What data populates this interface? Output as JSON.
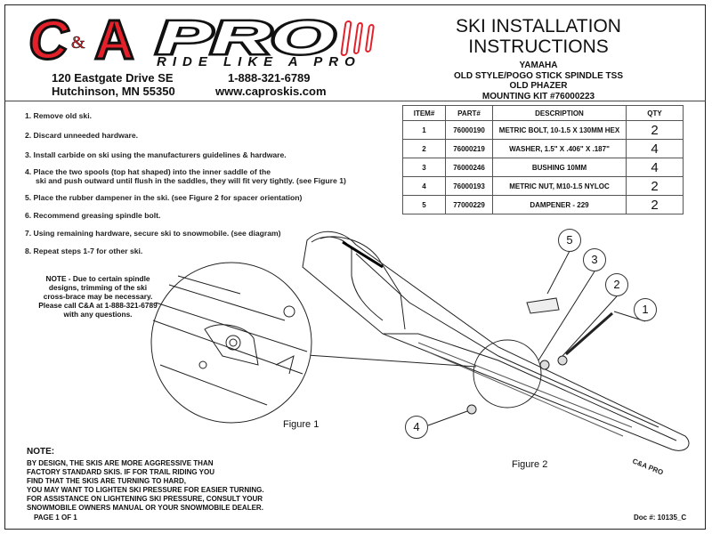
{
  "brand": {
    "logo_text": "C&A PRO",
    "tagline": "RIDE LIKE A PRO",
    "address_line1": "120 Eastgate Drive SE",
    "address_line2": "Hutchinson, MN  55350",
    "phone": "1-888-321-6789",
    "website": "www.caproskis.com",
    "colors": {
      "red": "#e4202b",
      "black": "#111111"
    }
  },
  "title": {
    "line1": "SKI INSTALLATION",
    "line2": "INSTRUCTIONS",
    "sub1": "YAMAHA",
    "sub2": "OLD STYLE/POGO STICK SPINDLE TSS",
    "sub3": "OLD PHAZER",
    "sub4": "MOUNTING KIT #76000223"
  },
  "table": {
    "headers": [
      "ITEM#",
      "PART#",
      "DESCRIPTION",
      "QTY"
    ],
    "rows": [
      [
        "1",
        "76000190",
        "METRIC BOLT, 10-1.5 X 130MM HEX",
        "2"
      ],
      [
        "2",
        "76000219",
        "WASHER, 1.5\" X .406\" X .187\"",
        "4"
      ],
      [
        "3",
        "76000246",
        "BUSHING 10MM",
        "4"
      ],
      [
        "4",
        "76000193",
        "METRIC NUT, M10-1.5 NYLOC",
        "2"
      ],
      [
        "5",
        "77000229",
        "DAMPENER - 229",
        "2"
      ]
    ]
  },
  "steps": [
    "1.  Remove old ski.",
    "2.  Discard unneeded hardware.",
    "3.  Install carbide on ski using the manufacturers guidelines & hardware.",
    "4.  Place the two spools (top hat shaped) into the inner saddle of the",
    "     ski and push outward until flush in the saddles, they will fit very tightly. (see Figure 1)",
    "5.  Place the rubber dampener in the ski. (see Figure 2 for spacer orientation)",
    "6.  Recommend greasing spindle bolt.",
    "7.  Using remaining hardware, secure ski to snowmobile. (see diagram)",
    "8.  Repeat steps 1-7 for other ski."
  ],
  "side_note": [
    "NOTE - Due to certain spindle",
    "designs, trimming of the ski",
    "cross-brace may be necessary.",
    "Please call C&A at 1-888-321-6789",
    "with any questions."
  ],
  "figures": {
    "fig1": "Figure 1",
    "fig2": "Figure 2",
    "callouts": [
      "1",
      "2",
      "3",
      "4",
      "5"
    ],
    "ski_brand": "C&A PRO"
  },
  "note": {
    "heading": "NOTE:",
    "lines": [
      "BY DESIGN, THE SKIS ARE MORE AGGRESSIVE THAN",
      "FACTORY STANDARD SKIS. IF FOR TRAIL RIDING YOU",
      "FIND THAT THE SKIS ARE TURNING TO HARD,",
      "YOU MAY WANT TO LIGHTEN SKI PRESSURE FOR EASIER TURNING.",
      "FOR ASSISTANCE ON LIGHTENING SKI PRESSURE, CONSULT YOUR",
      "SNOWMOBILE OWNERS MANUAL OR YOUR SNOWMOBILE DEALER."
    ]
  },
  "footer": {
    "page": "PAGE 1 OF 1",
    "doc": "Doc #: 10135_C"
  }
}
